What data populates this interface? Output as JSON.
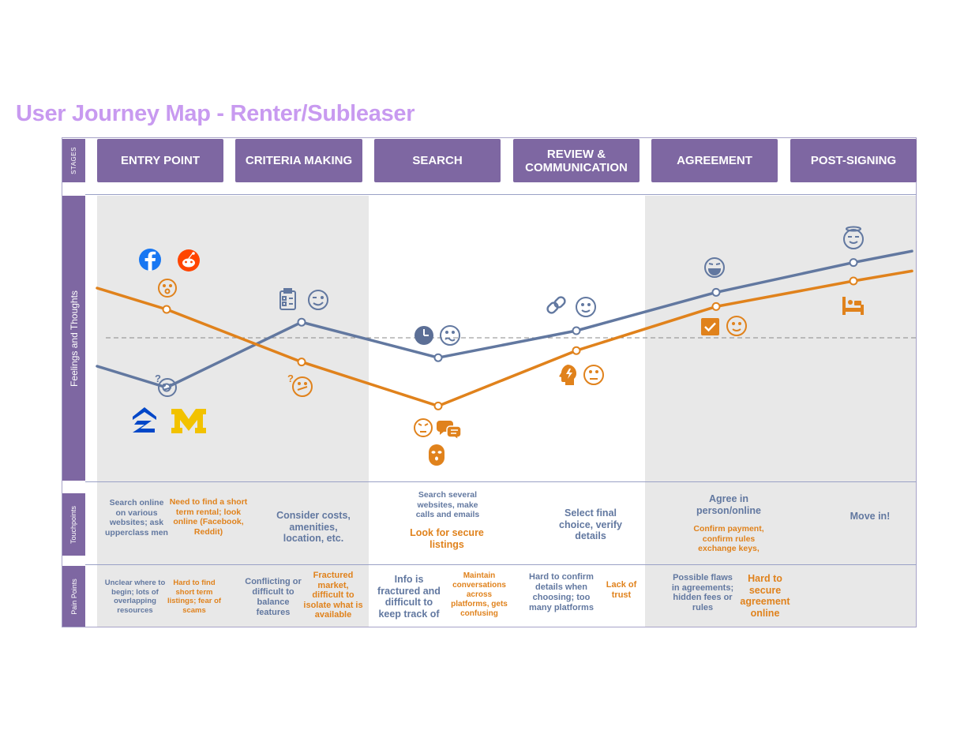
{
  "title": "User Journey Map - Renter/Subleaser",
  "row_labels": {
    "stages": "STAGES",
    "feelings": "Feelings and Thoughts",
    "touchpoints": "Touchpoints",
    "pain_points": "Pain Points"
  },
  "stages": [
    "ENTRY POINT",
    "CRITERIA MAKING",
    "SEARCH",
    "REVIEW & COMMUNICATION",
    "AGREEMENT",
    "POST-SIGNING"
  ],
  "touchpoints": {
    "entry_blue": "Search online on various websites; ask upperclass men",
    "entry_orange": "Need to find a short term rental; look online (Facebook, Reddit)",
    "criteria": "Consider costs, amenities, location, etc.",
    "search_blue": "Search several websites, make calls and emails",
    "search_orange": "Look for secure listings",
    "review": "Select final choice, verify details",
    "agreement_blue": "Agree in person/online",
    "agreement_orange": "Confirm payment, confirm rules exchange keys,",
    "post": "Move in!"
  },
  "pain_points": {
    "entry_blue": "Unclear where to begin; lots of overlapping resources",
    "entry_orange": "Hard to find short term listings; fear of scams",
    "criteria_blue": "Conflicting or difficult to balance features",
    "criteria_orange": "Fractured market, difficult to isolate what is available",
    "search_blue": "Info is fractured and difficult to keep track of",
    "search_orange": "Maintain conversations across platforms, gets confusing",
    "review_blue": "Hard to confirm details when choosing; too many platforms",
    "review_orange": "Lack of trust",
    "agreement_blue": "Possible flaws in agreements; hidden fees or rules",
    "agreement_orange": "Hard to secure agreement online"
  },
  "colors": {
    "purple": "#7e67a2",
    "blue_line": "#6278a0",
    "orange_line": "#e0821c",
    "title": "#c89af0",
    "band": "#e8e8e8"
  },
  "feelings": {
    "y_range": [
      -1,
      1
    ],
    "neutral": 0,
    "blue_series": [
      -0.2,
      -0.35,
      0.11,
      -0.14,
      0.05,
      0.32,
      0.53,
      0.61
    ],
    "orange_series": [
      0.35,
      0.2,
      -0.17,
      -0.48,
      -0.09,
      0.22,
      0.4,
      0.47
    ],
    "icons": [
      "facebook-icon",
      "reddit-icon",
      "surprised-face-icon",
      "confused-face-icon",
      "zillow-icon",
      "michigan-m-icon",
      "clipboard-icon",
      "wink-face-icon",
      "confused-face-icon",
      "clock-icon",
      "worried-face-icon",
      "angry-face-icon",
      "chat-icon",
      "masked-thief-icon",
      "link-icon",
      "smile-face-icon",
      "idea-head-icon",
      "neutral-face-icon",
      "grin-face-icon",
      "checkbox-icon",
      "smile-face-icon",
      "angel-face-icon",
      "bed-icon"
    ]
  }
}
